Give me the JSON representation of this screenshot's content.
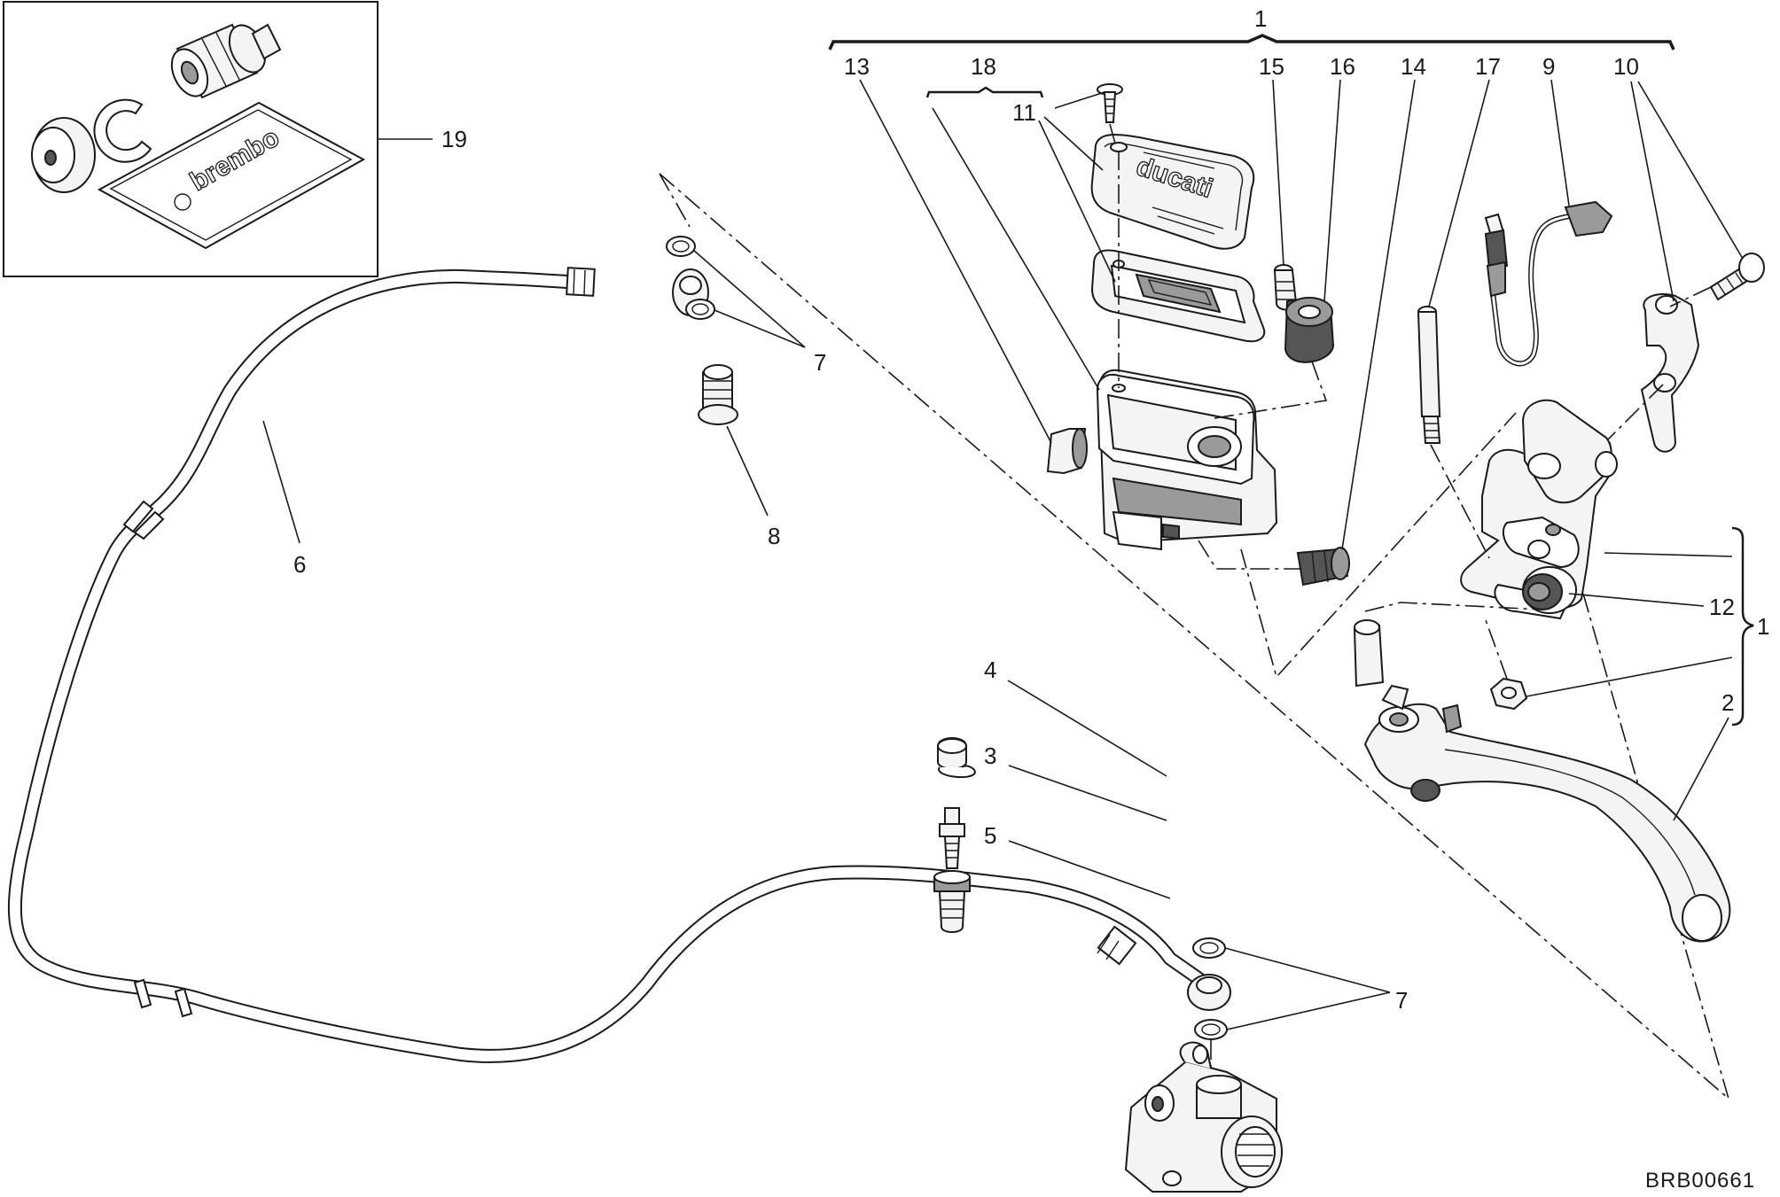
{
  "diagram": {
    "drawing_code": "BRB00661",
    "kit_branding": "brembo",
    "cap_branding": "ducati",
    "callouts": {
      "c1_top": "1",
      "c1_side": "1",
      "c2": "2",
      "c3": "3",
      "c4": "4",
      "c5": "5",
      "c6": "6",
      "c7_upper": "7",
      "c7_lower": "7",
      "c8": "8",
      "c9": "9",
      "c10": "10",
      "c11": "11",
      "c12": "12",
      "c13": "13",
      "c14": "14",
      "c15": "15",
      "c16": "16",
      "c17": "17",
      "c18": "18",
      "c19": "19"
    }
  }
}
